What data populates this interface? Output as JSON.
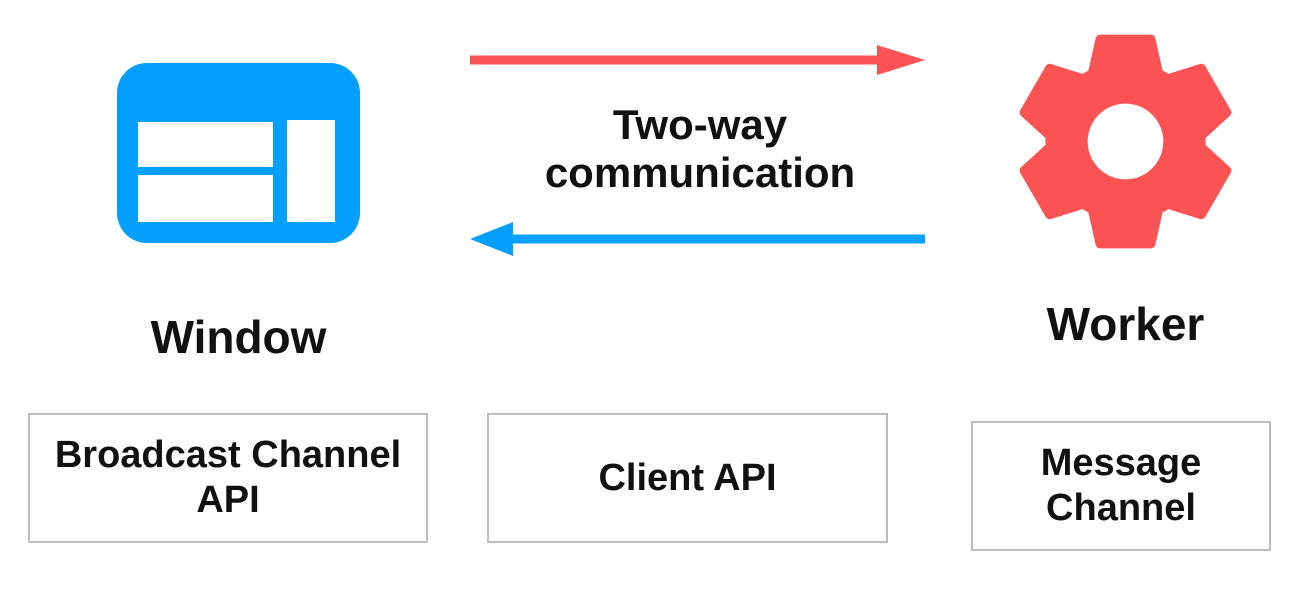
{
  "nodes": {
    "window": {
      "label": "Window",
      "icon": "browser-window-icon",
      "color": "#05A0FF"
    },
    "worker": {
      "label": "Worker",
      "icon": "gear-icon",
      "color": "#FB5353"
    }
  },
  "communication": {
    "line1": "Two-way",
    "line2": "communication"
  },
  "arrows": {
    "window_to_worker": {
      "direction": "right",
      "color": "#FB5353"
    },
    "worker_to_window": {
      "direction": "left",
      "color": "#05A0FF"
    }
  },
  "api_boxes": [
    {
      "label": "Broadcast Channel API"
    },
    {
      "label": "Client API"
    },
    {
      "label": "Message Channel"
    }
  ],
  "colors": {
    "window_blue": "#05A0FF",
    "worker_red": "#FB5353",
    "box_border": "#bdbdbd",
    "text": "#111111",
    "background": "#ffffff"
  }
}
